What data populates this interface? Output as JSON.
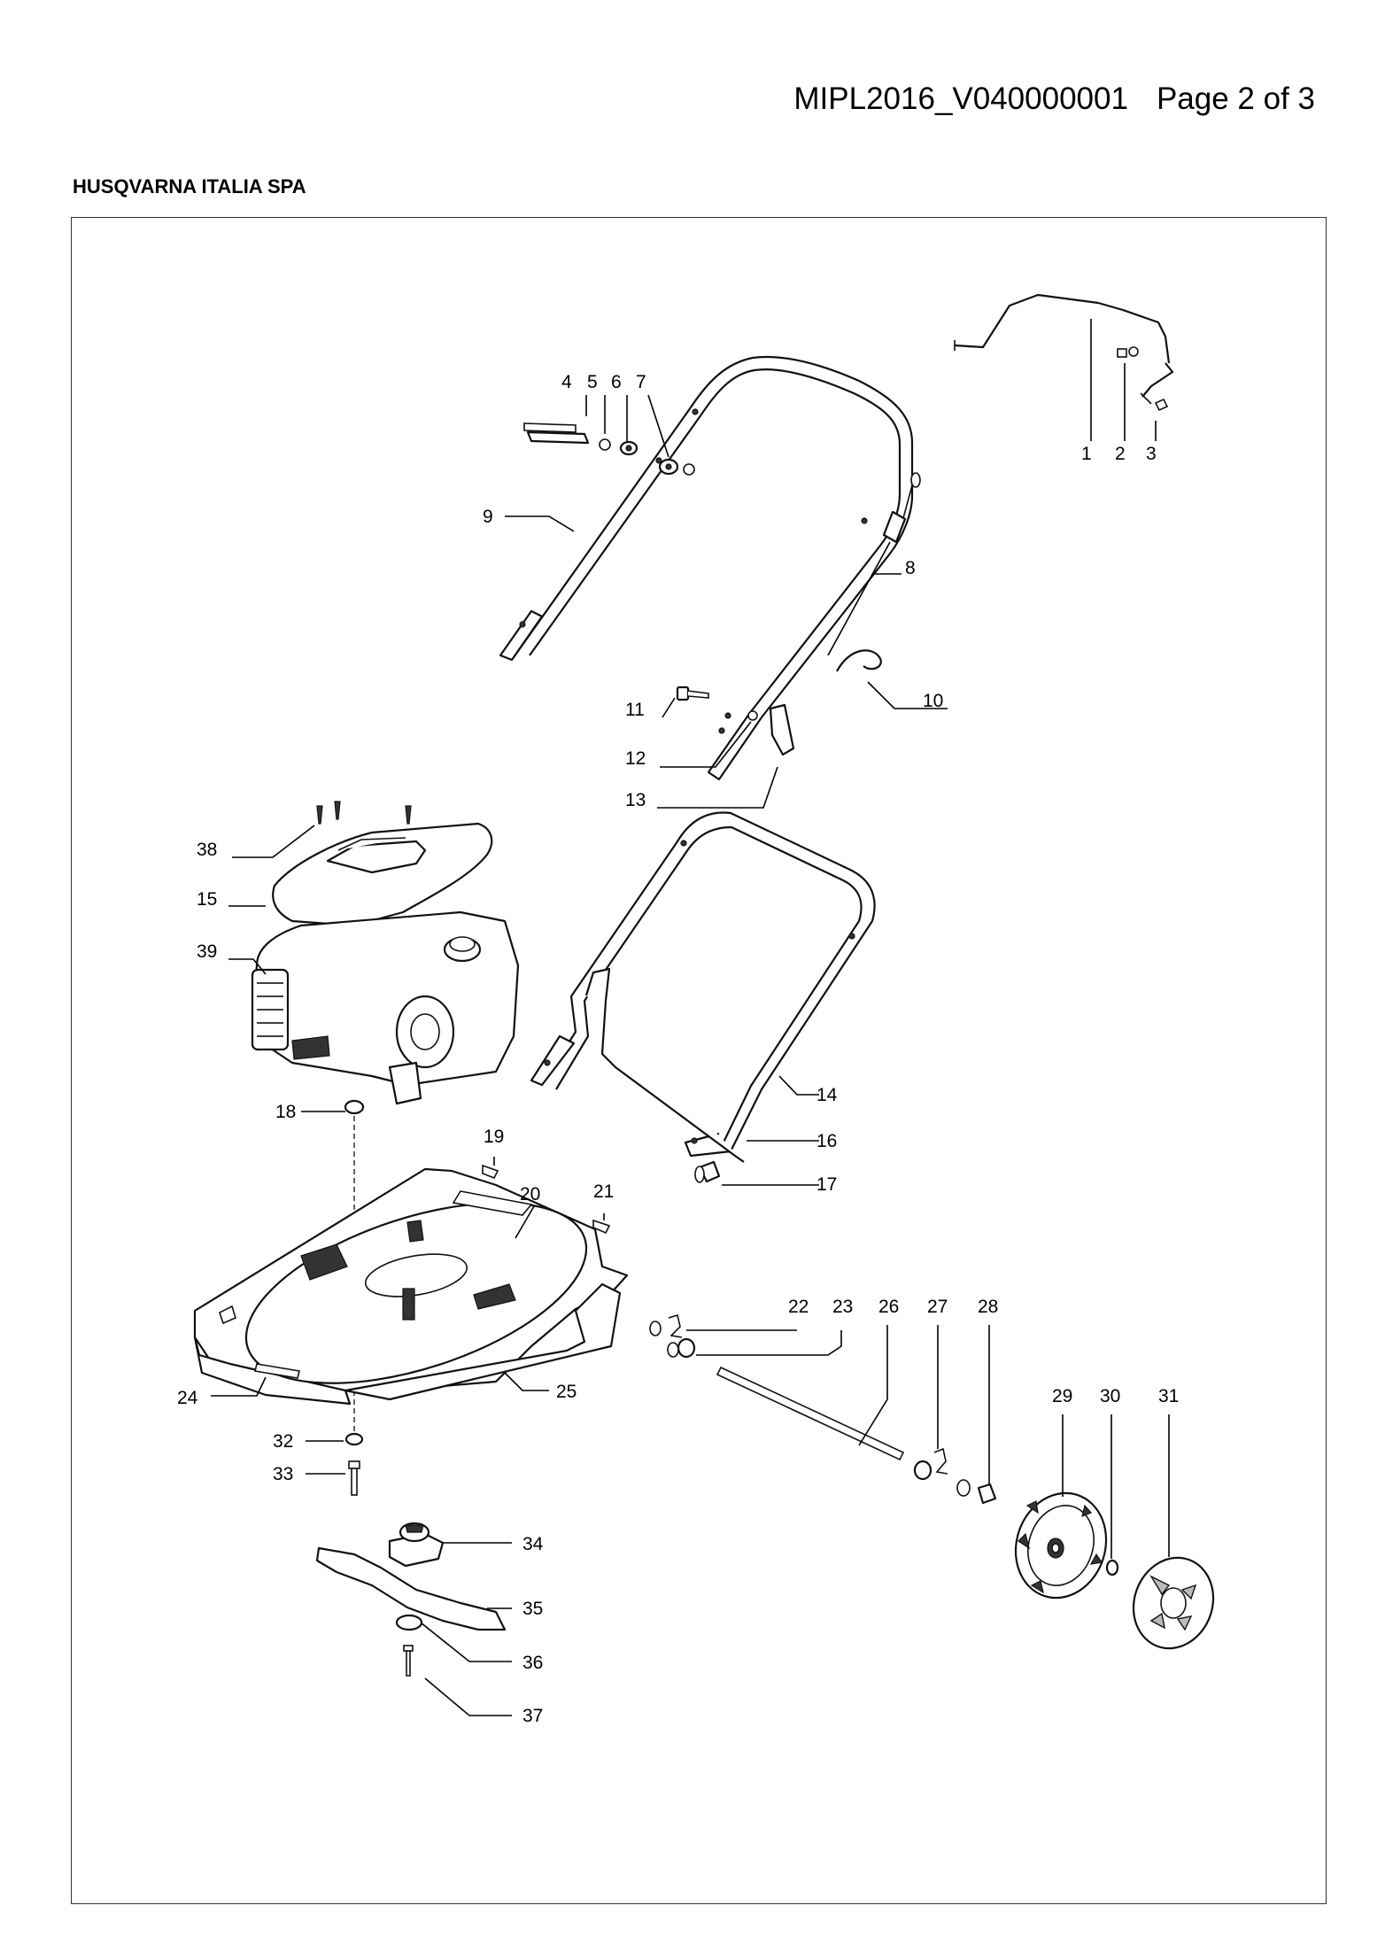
{
  "header": {
    "doc_id": "MIPL2016_V040000001",
    "page": "Page 2 of 3"
  },
  "company": "HUSQVARNA ITALIA SPA",
  "diagram": {
    "callouts": [
      {
        "num": "1"
      },
      {
        "num": "2"
      },
      {
        "num": "3"
      },
      {
        "num": "4"
      },
      {
        "num": "5"
      },
      {
        "num": "6"
      },
      {
        "num": "7"
      },
      {
        "num": "8"
      },
      {
        "num": "9"
      },
      {
        "num": "10"
      },
      {
        "num": "11"
      },
      {
        "num": "12"
      },
      {
        "num": "13"
      },
      {
        "num": "14"
      },
      {
        "num": "15"
      },
      {
        "num": "16"
      },
      {
        "num": "17"
      },
      {
        "num": "18"
      },
      {
        "num": "19"
      },
      {
        "num": "20"
      },
      {
        "num": "21"
      },
      {
        "num": "22"
      },
      {
        "num": "23"
      },
      {
        "num": "24"
      },
      {
        "num": "25"
      },
      {
        "num": "26"
      },
      {
        "num": "27"
      },
      {
        "num": "28"
      },
      {
        "num": "29"
      },
      {
        "num": "30"
      },
      {
        "num": "31"
      },
      {
        "num": "32"
      },
      {
        "num": "33"
      },
      {
        "num": "34"
      },
      {
        "num": "35"
      },
      {
        "num": "36"
      },
      {
        "num": "37"
      },
      {
        "num": "38"
      },
      {
        "num": "39"
      }
    ]
  }
}
